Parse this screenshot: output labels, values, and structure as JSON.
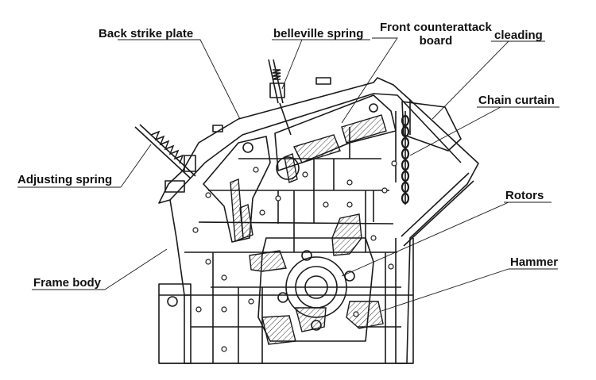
{
  "labels": {
    "back_strike_plate": "Back strike plate",
    "belleville_spring": "belleville spring",
    "front_counterattack_board": "Front counterattack\nboard",
    "cleading": "cleading",
    "chain_curtain": "Chain curtain",
    "adjusting_spring": "Adjusting spring",
    "rotors": "Rotors",
    "frame_body": "Frame body",
    "hammer": "Hammer"
  },
  "colors": {
    "line": "#1a1a1a",
    "hatch": "#333333",
    "background": "#ffffff"
  }
}
